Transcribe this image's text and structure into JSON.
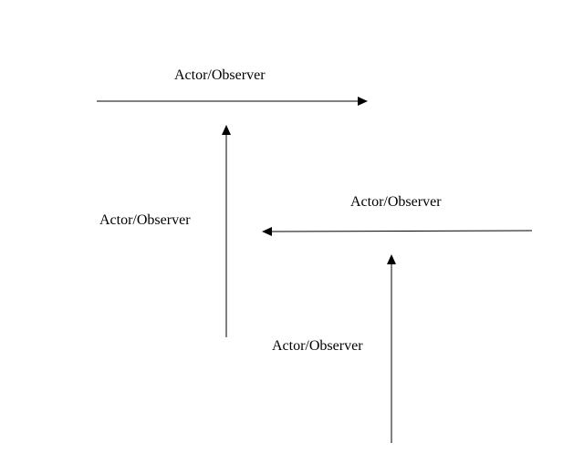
{
  "diagram": {
    "labels": [
      "Actor/Observer",
      "Actor/Observer",
      "Actor/Observer",
      "Actor/Observer"
    ],
    "arrows": [
      {
        "direction": "right"
      },
      {
        "direction": "up"
      },
      {
        "direction": "left"
      },
      {
        "direction": "up"
      }
    ],
    "colors": {
      "line": "#000000",
      "background": "#ffffff"
    }
  }
}
